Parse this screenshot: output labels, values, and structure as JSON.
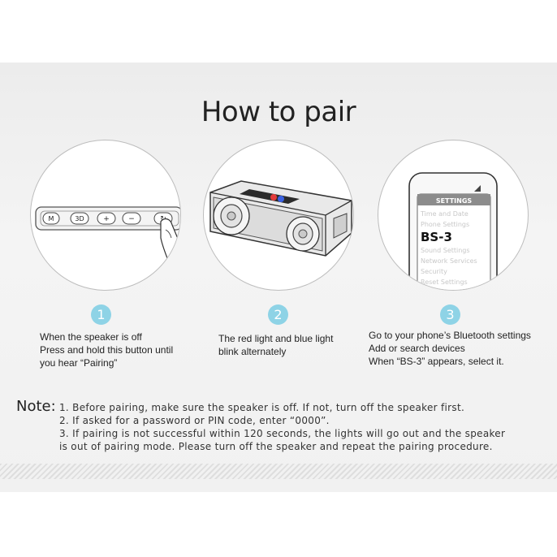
{
  "title": "How to pair",
  "steps": [
    {
      "number": "1",
      "lines": [
        "When the speaker is off",
        "Press and hold this button until",
        "you hear “Pairing”"
      ],
      "buttons": [
        "M",
        "3D",
        "+",
        "−",
        "↻"
      ]
    },
    {
      "number": "2",
      "lines": [
        "The red light and blue light",
        "blink alternately"
      ]
    },
    {
      "number": "3",
      "lines": [
        "Go to your phone’s Bluetooth settings",
        "Add or search devices",
        "When “BS-3” appears, select it."
      ],
      "phone": {
        "header": "SETTINGS",
        "items": [
          "Time and Date",
          "Phone Settings",
          "BS-3",
          "Sound Settings",
          "Network Services",
          "Security",
          "Reset Settings"
        ]
      }
    }
  ],
  "note": {
    "label": "Note:",
    "lines": [
      "1. Before pairing, make sure the speaker is off. If not, turn off the speaker first.",
      "2. If asked for a password or PIN code, enter “0000”.",
      "3. If pairing is not successful within 120 seconds, the lights will go out and the speaker",
      "is out of pairing mode. Please turn off the speaker and repeat the pairing procedure."
    ]
  },
  "colors": {
    "badge": "#8ed3e6",
    "panel": "#f1f1f1",
    "led_red": "#e23b3b",
    "led_blue": "#3b62e2"
  }
}
